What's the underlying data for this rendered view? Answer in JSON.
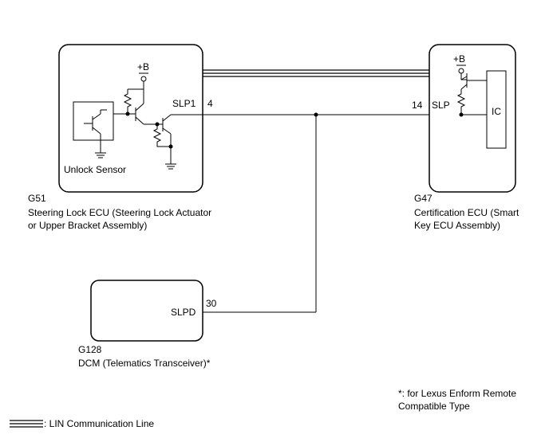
{
  "ecus": {
    "steering": {
      "code": "G51",
      "name_line1": "Steering Lock ECU (Steering Lock Actuator",
      "name_line2": "or Upper Bracket Assembly)",
      "pin_name": "SLP1",
      "pin_number": "4",
      "power_label": "+B",
      "sensor_label": "Unlock Sensor"
    },
    "certification": {
      "code": "G47",
      "name_line1": "Certification ECU (Smart",
      "name_line2": "Key ECU Assembly)",
      "pin_name": "SLP",
      "pin_number": "14",
      "power_label": "+B",
      "ic_label": "IC"
    },
    "dcm": {
      "code": "G128",
      "name_line1": "DCM (Telematics Transceiver)*",
      "pin_name": "SLPD",
      "pin_number": "30"
    }
  },
  "footnote": {
    "line1": "*: for Lexus Enform Remote",
    "line2": "Compatible Type"
  },
  "legend": {
    "lin_label": ": LIN Communication Line"
  }
}
